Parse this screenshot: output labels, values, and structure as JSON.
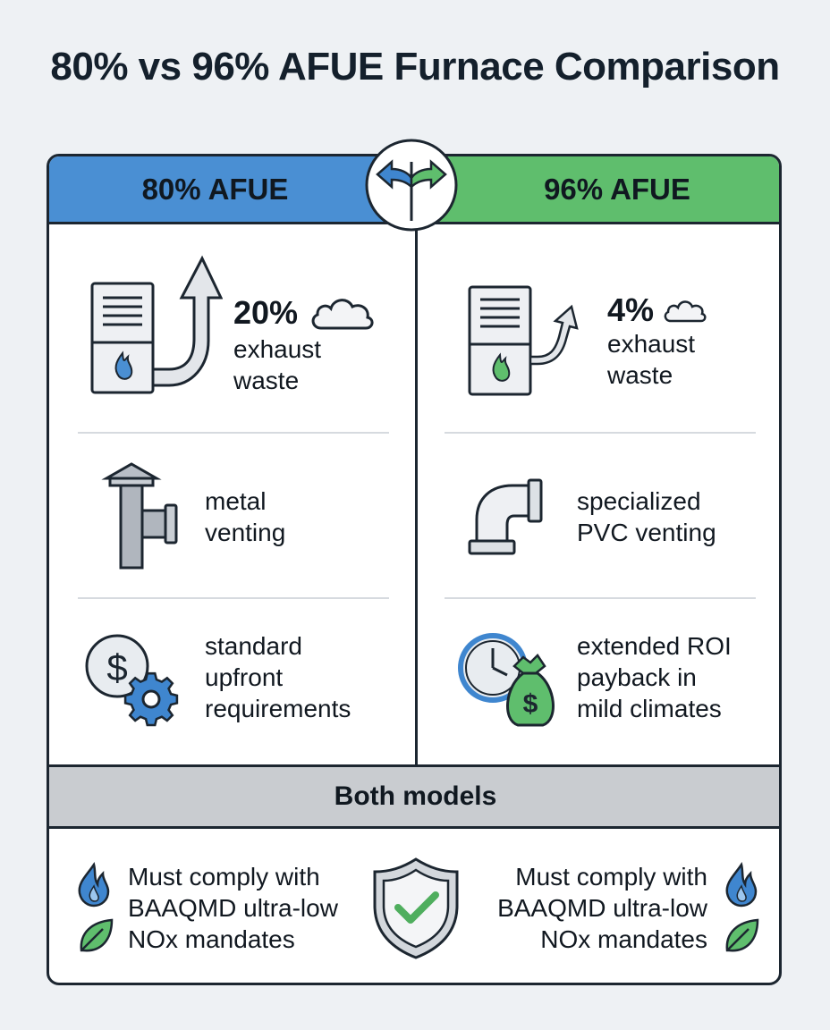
{
  "title": "80% vs 96% AFUE Furnace Comparison",
  "left": {
    "header": "80% AFUE",
    "exhaust": {
      "percent": "20%",
      "line1": "exhaust",
      "line2": "waste",
      "icon": "furnace-large-exhaust-icon"
    },
    "venting": {
      "line1": "metal",
      "line2": "venting",
      "icon": "metal-vent-pipe-icon"
    },
    "cost": {
      "line1": "standard",
      "line2": "upfront",
      "line3": "requirements",
      "icon": "dollar-gear-icon"
    }
  },
  "right": {
    "header": "96% AFUE",
    "exhaust": {
      "percent": "4%",
      "line1": "exhaust",
      "line2": "waste",
      "icon": "furnace-small-exhaust-icon"
    },
    "venting": {
      "line1": "specialized",
      "line2": "PVC venting",
      "icon": "pvc-elbow-pipe-icon"
    },
    "cost": {
      "line1": "extended ROI",
      "line2": "payback in",
      "line3": "mild climates",
      "icon": "clock-money-bag-icon"
    }
  },
  "both": {
    "header": "Both models",
    "left_text": {
      "line1": "Must comply with",
      "line2": "BAAQMD ultra-low",
      "line3": "NOx mandates"
    },
    "right_text": {
      "line1": "Must comply with",
      "line2": "BAAQMD ultra-low",
      "line3": "NOx mandates"
    },
    "center_icon": "shield-check-icon",
    "side_icons": [
      "flame-icon",
      "leaf-icon"
    ]
  },
  "colors": {
    "blue": "#4a8fd3",
    "green": "#5fbe6d",
    "band": "#c9ccd0"
  }
}
